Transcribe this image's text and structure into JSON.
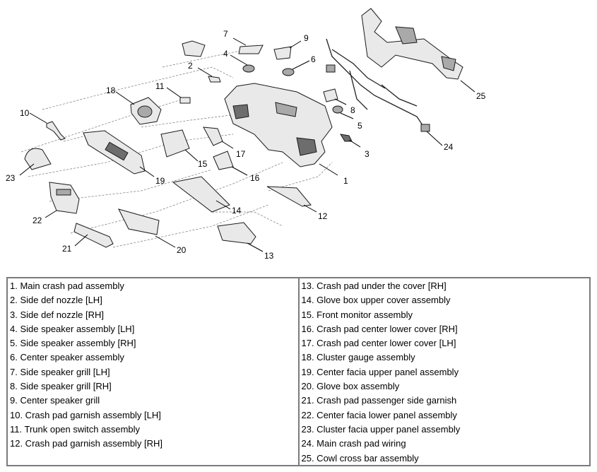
{
  "callouts": [
    "1",
    "2",
    "3",
    "4",
    "5",
    "6",
    "7",
    "8",
    "9",
    "10",
    "11",
    "12",
    "13",
    "14",
    "15",
    "16",
    "17",
    "18",
    "19",
    "20",
    "21",
    "22",
    "23",
    "24",
    "25"
  ],
  "legend": {
    "left": [
      "1. Main crash pad assembly",
      "2. Side def nozzle [LH]",
      "3. Side def nozzle [RH]",
      "4. Side speaker assembly [LH]",
      "5. Side speaker assembly [RH]",
      "6. Center speaker assembly",
      "7. Side speaker grill [LH]",
      "8. Side speaker grill [RH]",
      "9. Center speaker grill",
      "10. Crash pad garnish assembly [LH]",
      "11. Trunk open switch assembly",
      "12. Crash pad garnish assembly [RH]"
    ],
    "right": [
      "13. Crash pad under the cover [RH]",
      "14. Glove box upper cover assembly",
      "15. Front monitor assembly",
      "16. Crash pad center lower cover [RH]",
      "17. Crash pad center lower cover [LH]",
      "18. Cluster gauge assembly",
      "19. Center facia upper panel assembly",
      "20. Glove box assembly",
      "21. Crash pad passenger side garnish",
      "22. Center facia lower panel assembly",
      "23. Cluster facia upper panel assembly",
      "24. Main crash pad wiring",
      "25. Cowl cross bar assembly"
    ]
  }
}
